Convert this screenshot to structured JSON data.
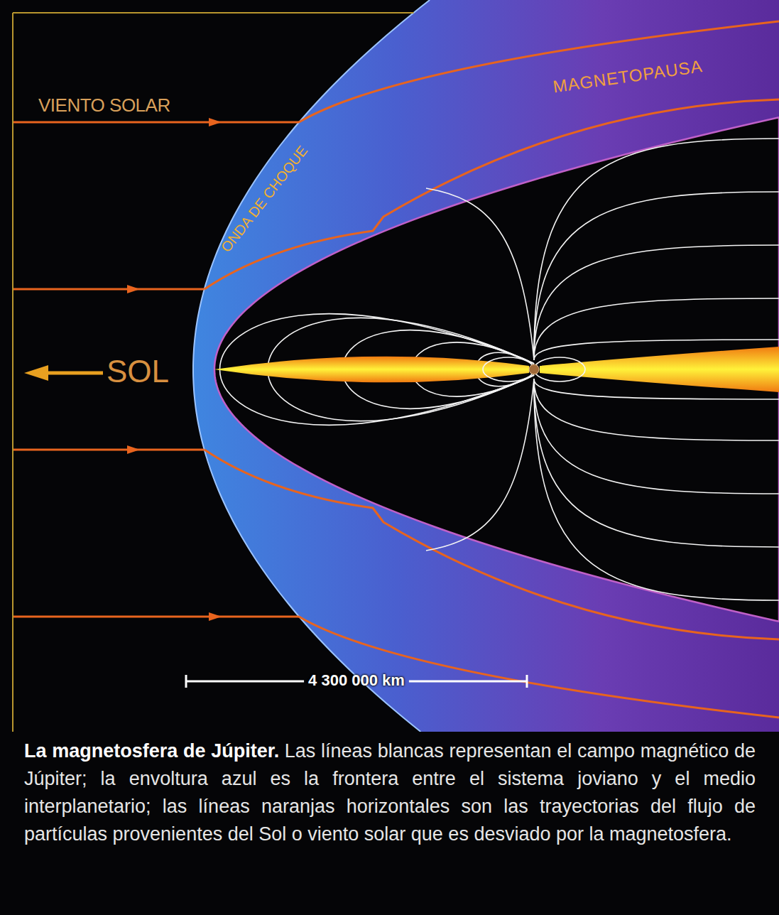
{
  "diagram": {
    "title": "La magnetosfera de Júpiter.",
    "caption": "Las líneas blancas representan el campo magnético de Júpiter; la envoltura azul es la frontera entre el sistema joviano y el medio interplanetario; las líneas naranjas horizontales son las trayectorias del flujo de partículas provenientes del Sol o viento solar que es desviado por la magnetosfera.",
    "labels": [
      "VIENTO SOLAR",
      "ONDA DE CHOQUE",
      "MAGNETOPAUSA",
      "SOL",
      "4 300 000 km"
    ]
  }
}
